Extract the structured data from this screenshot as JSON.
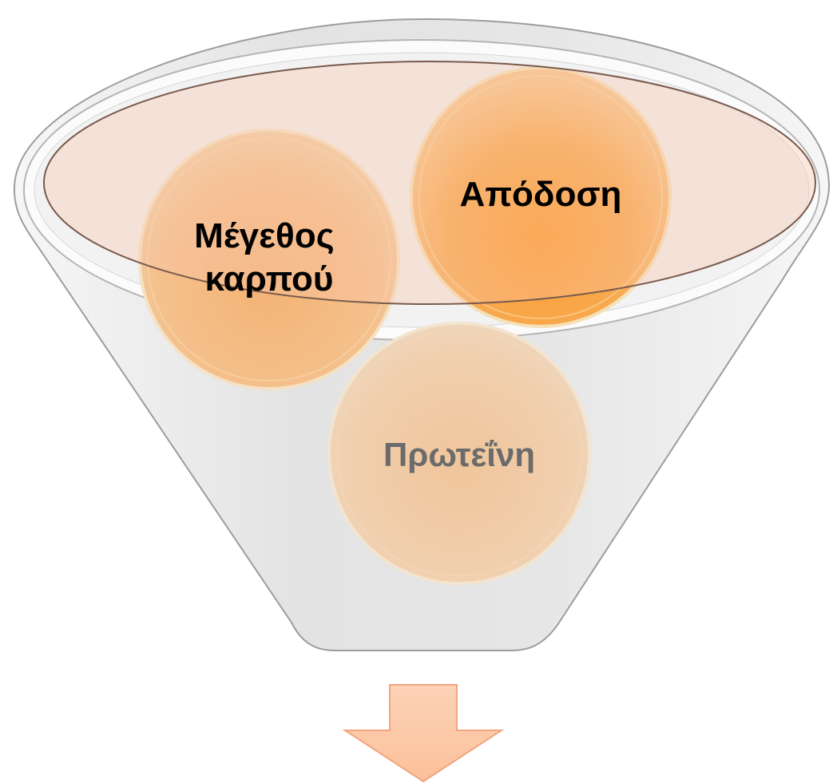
{
  "diagram": {
    "type": "funnel",
    "items": [
      {
        "id": "fruit-size",
        "lines": [
          "Μέγεθος",
          "καρπού"
        ]
      },
      {
        "id": "yield",
        "lines": [
          "Απόδοση"
        ]
      },
      {
        "id": "protein",
        "lines": [
          "Πρωτεΐνη"
        ]
      }
    ],
    "colors": {
      "circle_orange": "#f7a23c",
      "circle_light": "#fbd3a6",
      "funnel_body": "#e8e8e8",
      "funnel_rim": "#f7d9cf",
      "arrow": "#fbc8a8",
      "text_dark": "#000000",
      "text_grey": "#666666"
    }
  }
}
